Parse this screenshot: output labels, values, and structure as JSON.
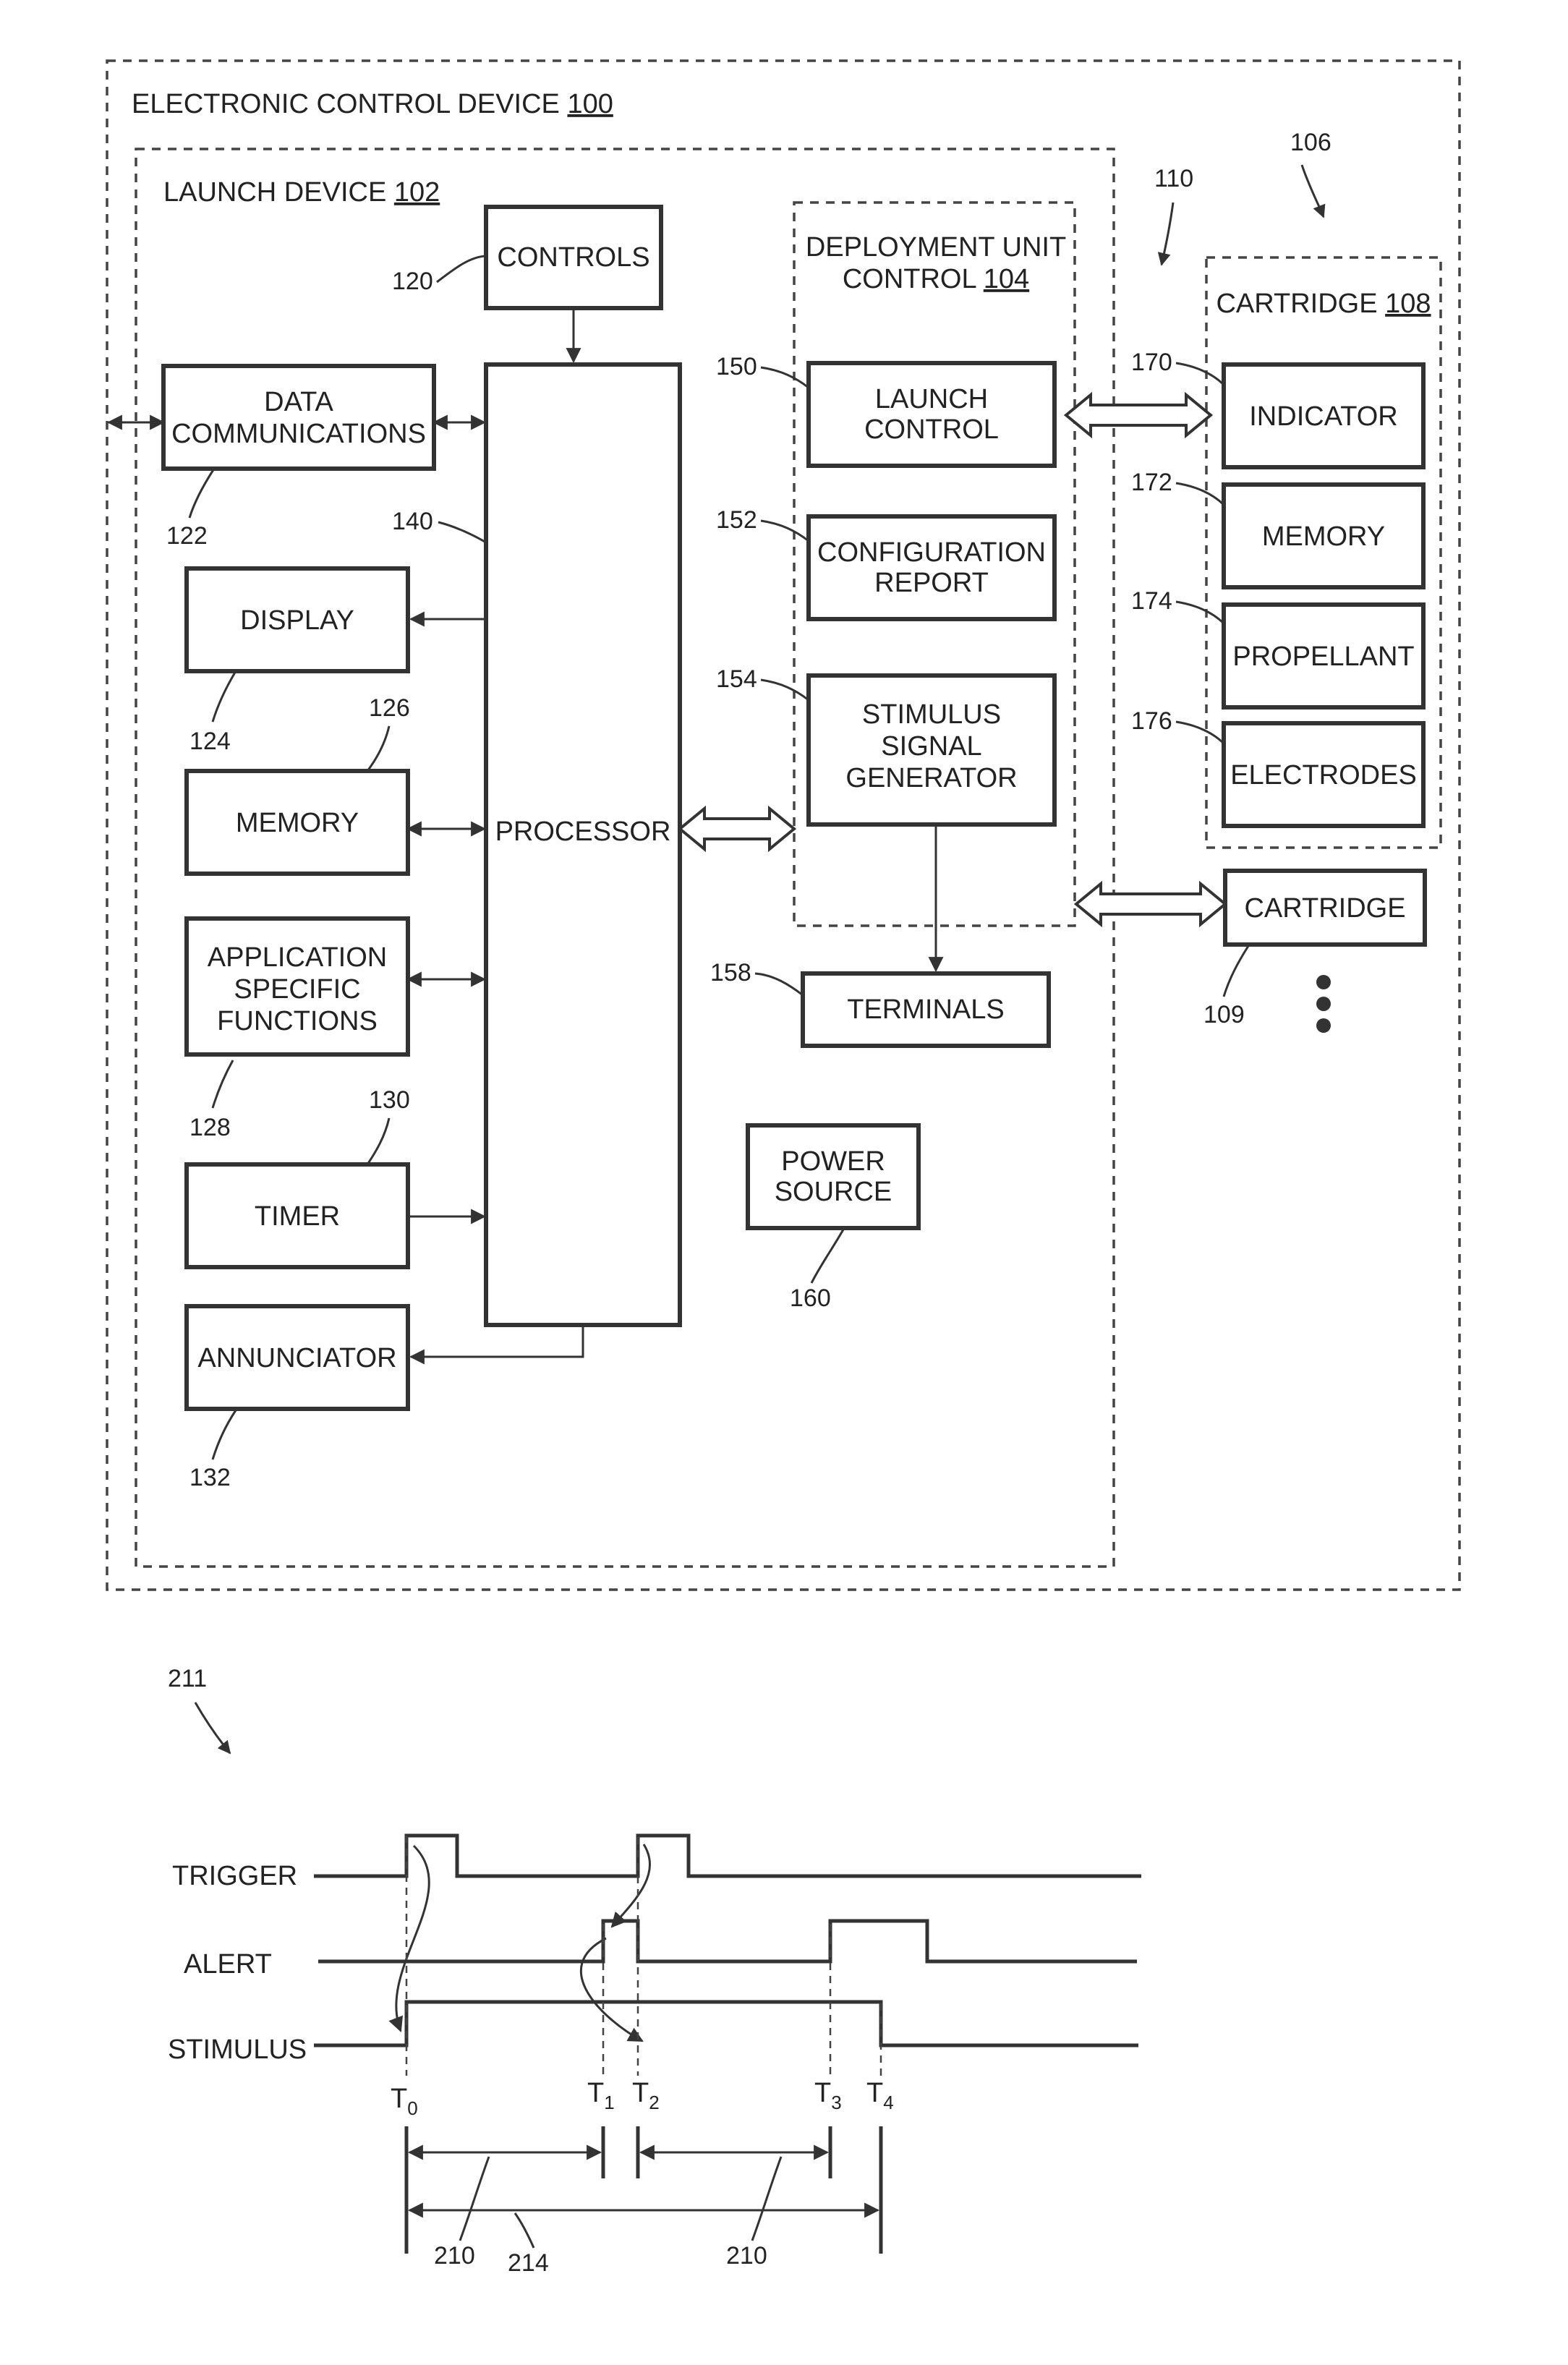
{
  "top_diagram": {
    "electronic_control_device": {
      "label": "ELECTRONIC CONTROL DEVICE ",
      "ref": "100"
    },
    "launch_device": {
      "label": "LAUNCH DEVICE ",
      "ref": "102"
    },
    "deployment_unit_control": {
      "line1": "DEPLOYMENT UNIT",
      "line2": "CONTROL ",
      "ref": "104"
    },
    "cartridge_group": {
      "label": "CARTRIDGE ",
      "ref": "108"
    },
    "ref_106": "106",
    "ref_110": "110",
    "controls": {
      "label": "CONTROLS",
      "ref": "120"
    },
    "data_communications": {
      "line1": "DATA",
      "line2": "COMMUNICATIONS",
      "ref": "122"
    },
    "display": {
      "label": "DISPLAY",
      "ref": "124"
    },
    "memory": {
      "label": "MEMORY",
      "ref": "126"
    },
    "application_specific_functions": {
      "line1": "APPLICATION",
      "line2": "SPECIFIC",
      "line3": "FUNCTIONS",
      "ref": "128"
    },
    "timer": {
      "label": "TIMER",
      "ref": "130"
    },
    "annunciator": {
      "label": "ANNUNCIATOR",
      "ref": "132"
    },
    "processor": {
      "label": "PROCESSOR",
      "ref": "140"
    },
    "launch_control": {
      "line1": "LAUNCH",
      "line2": "CONTROL",
      "ref": "150"
    },
    "configuration_report": {
      "line1": "CONFIGURATION",
      "line2": "REPORT",
      "ref": "152"
    },
    "stimulus_signal_generator": {
      "line1": "STIMULUS",
      "line2": "SIGNAL",
      "line3": "GENERATOR",
      "ref": "154"
    },
    "terminals": {
      "label": "TERMINALS",
      "ref": "158"
    },
    "power_source": {
      "line1": "POWER",
      "line2": "SOURCE",
      "ref": "160"
    },
    "indicator": {
      "label": "INDICATOR",
      "ref": "170"
    },
    "cartridge_memory": {
      "label": "MEMORY",
      "ref": "172"
    },
    "propellant": {
      "label": "PROPELLANT",
      "ref": "174"
    },
    "electrodes": {
      "label": "ELECTRODES",
      "ref": "176"
    },
    "cartridge_109": {
      "label": "CARTRIDGE",
      "ref": "109"
    }
  },
  "timing_diagram": {
    "ref": "211",
    "signals": {
      "trigger": "TRIGGER",
      "alert": "ALERT",
      "stimulus": "STIMULUS"
    },
    "times": [
      {
        "T": "T",
        "sub": "0"
      },
      {
        "T": "T",
        "sub": "1"
      },
      {
        "T": "T",
        "sub": "2"
      },
      {
        "T": "T",
        "sub": "3"
      },
      {
        "T": "T",
        "sub": "4"
      }
    ],
    "interval_refs": {
      "first": "210",
      "total": "214",
      "second": "210"
    }
  },
  "colors": {
    "ink": "#333333",
    "background": "#ffffff"
  }
}
